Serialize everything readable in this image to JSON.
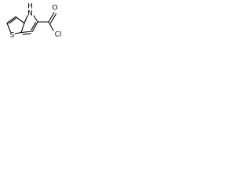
{
  "molecule": {
    "atoms": {
      "sulfur": "S",
      "nitrogen": "N",
      "hydrogen": "H",
      "oxygen": "O",
      "chlorine": "Cl"
    }
  }
}
